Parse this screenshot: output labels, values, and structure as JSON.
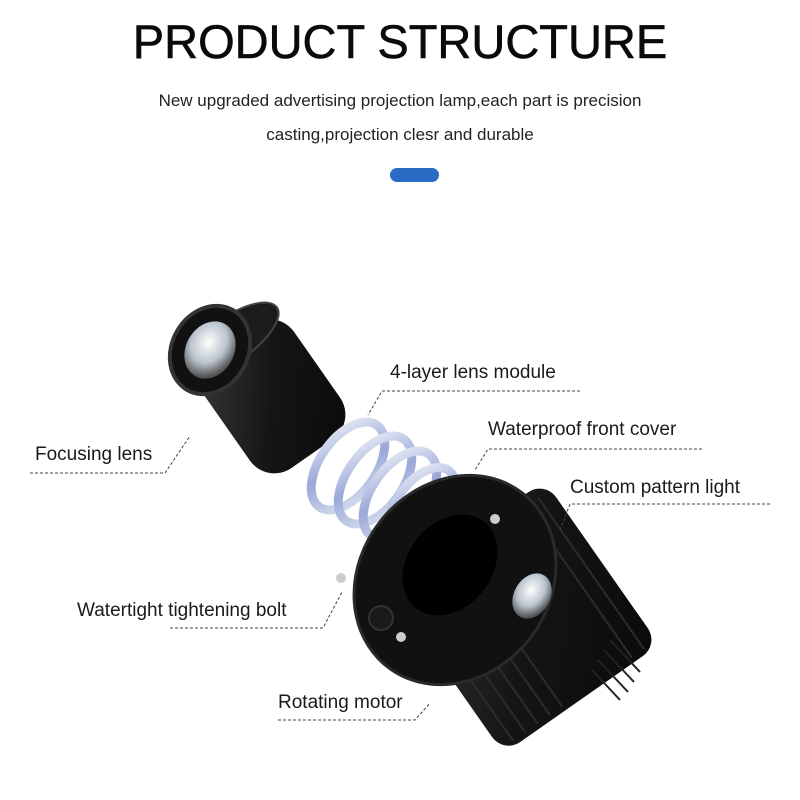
{
  "header": {
    "title": "PRODUCT STRUCTURE",
    "subtitle_line1": "New upgraded advertising projection lamp,each part is precision",
    "subtitle_line2": "casting,projection clesr and durable",
    "accent_color": "#2a6bc4"
  },
  "diagram": {
    "subject": "Exploded view of advertising projection lamp",
    "labels": [
      {
        "id": "focusing-lens",
        "text": "Focusing lens"
      },
      {
        "id": "lens-module",
        "text": "4-layer lens module"
      },
      {
        "id": "front-cover",
        "text": "Waterproof front cover"
      },
      {
        "id": "pattern-light",
        "text": "Custom pattern light"
      },
      {
        "id": "tightening-bolt",
        "text": "Watertight tightening bolt"
      },
      {
        "id": "rotating-motor",
        "text": "Rotating motor"
      }
    ]
  }
}
